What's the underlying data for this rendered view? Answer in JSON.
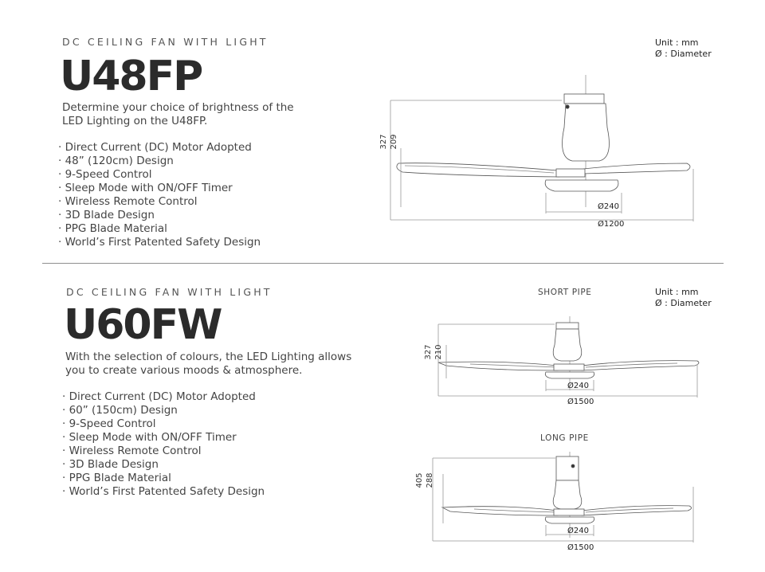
{
  "top": {
    "eyebrow": "DC CEILING FAN WITH LIGHT",
    "model": "U48FP",
    "description": "Determine your choice of brightness of the LED Lighting on the U48FP.",
    "features": [
      "Direct Current (DC) Motor Adopted",
      "48” (120cm) Design",
      "9-Speed Control",
      "Sleep Mode with ON/OFF Timer",
      "Wireless Remote Control",
      "3D Blade Design",
      "PPG Blade Material",
      "World’s First Patented Safety Design"
    ],
    "unit_line1": "Unit : mm",
    "unit_line2": "Ø : Diameter",
    "diagram": {
      "total_height": "327",
      "body_height": "209",
      "light_diameter": "Ø240",
      "fan_diameter": "Ø1200"
    }
  },
  "bottom": {
    "eyebrow": "DC CEILING FAN WITH LIGHT",
    "model": "U60FW",
    "description": "With the selection of colours, the LED Lighting allows you to create various moods & atmosphere.",
    "features": [
      "Direct Current (DC) Motor Adopted",
      "60” (150cm) Design",
      "9-Speed Control",
      "Sleep Mode with ON/OFF Timer",
      "Wireless Remote Control",
      "3D Blade Design",
      "PPG Blade Material",
      "World’s First Patented Safety Design"
    ],
    "unit_line1": "Unit : mm",
    "unit_line2": "Ø : Diameter",
    "short_pipe": {
      "label": "SHORT PIPE",
      "total_height": "327",
      "body_height": "210",
      "light_diameter": "Ø240",
      "fan_diameter": "Ø1500"
    },
    "long_pipe": {
      "label": "LONG PIPE",
      "total_height": "405",
      "body_height": "288",
      "light_diameter": "Ø240",
      "fan_diameter": "Ø1500"
    }
  }
}
